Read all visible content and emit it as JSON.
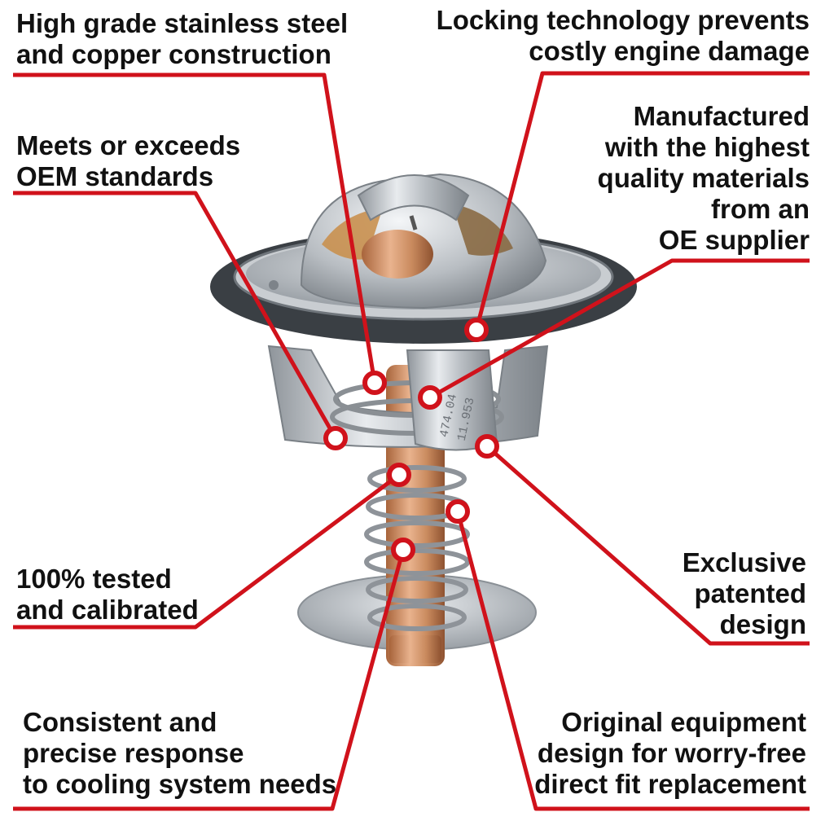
{
  "colors": {
    "accent": "#d0121b",
    "text": "#111111",
    "gasket": "#3a3f44",
    "copper": "#c98a5e",
    "steel": "#c9cdd1"
  },
  "callouts": [
    {
      "id": "stainless",
      "lines": [
        "High grade stainless steel",
        "and copper construction"
      ]
    },
    {
      "id": "locking",
      "lines": [
        "Locking technology prevents",
        "costly engine damage"
      ]
    },
    {
      "id": "oem",
      "lines": [
        "Meets or exceeds",
        "OEM standards"
      ]
    },
    {
      "id": "materials",
      "lines": [
        "Manufactured",
        "with the highest",
        "quality materials",
        "from an",
        "OE supplier"
      ]
    },
    {
      "id": "tested",
      "lines": [
        "100% tested",
        "and calibrated"
      ]
    },
    {
      "id": "patented",
      "lines": [
        "Exclusive",
        "patented",
        "design"
      ]
    },
    {
      "id": "response",
      "lines": [
        "Consistent and",
        "precise response",
        "to cooling system needs"
      ]
    },
    {
      "id": "original",
      "lines": [
        "Original equipment",
        "design for worry-free",
        "direct fit replacement"
      ]
    }
  ],
  "stamp": {
    "line1": "474.04",
    "line2": "11.953"
  }
}
